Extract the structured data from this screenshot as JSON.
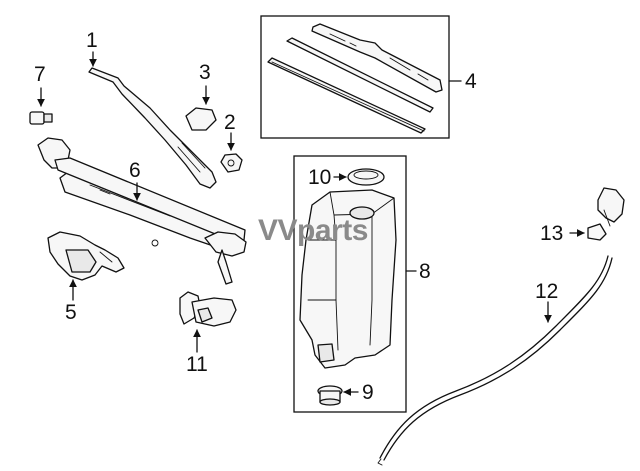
{
  "brand_watermark": "VVparts",
  "callouts": {
    "c1": "1",
    "c2": "2",
    "c3": "3",
    "c4": "4",
    "c5": "5",
    "c6": "6",
    "c7": "7",
    "c8": "8",
    "c9": "9",
    "c10": "10",
    "c11": "11",
    "c12": "12",
    "c13": "13"
  }
}
